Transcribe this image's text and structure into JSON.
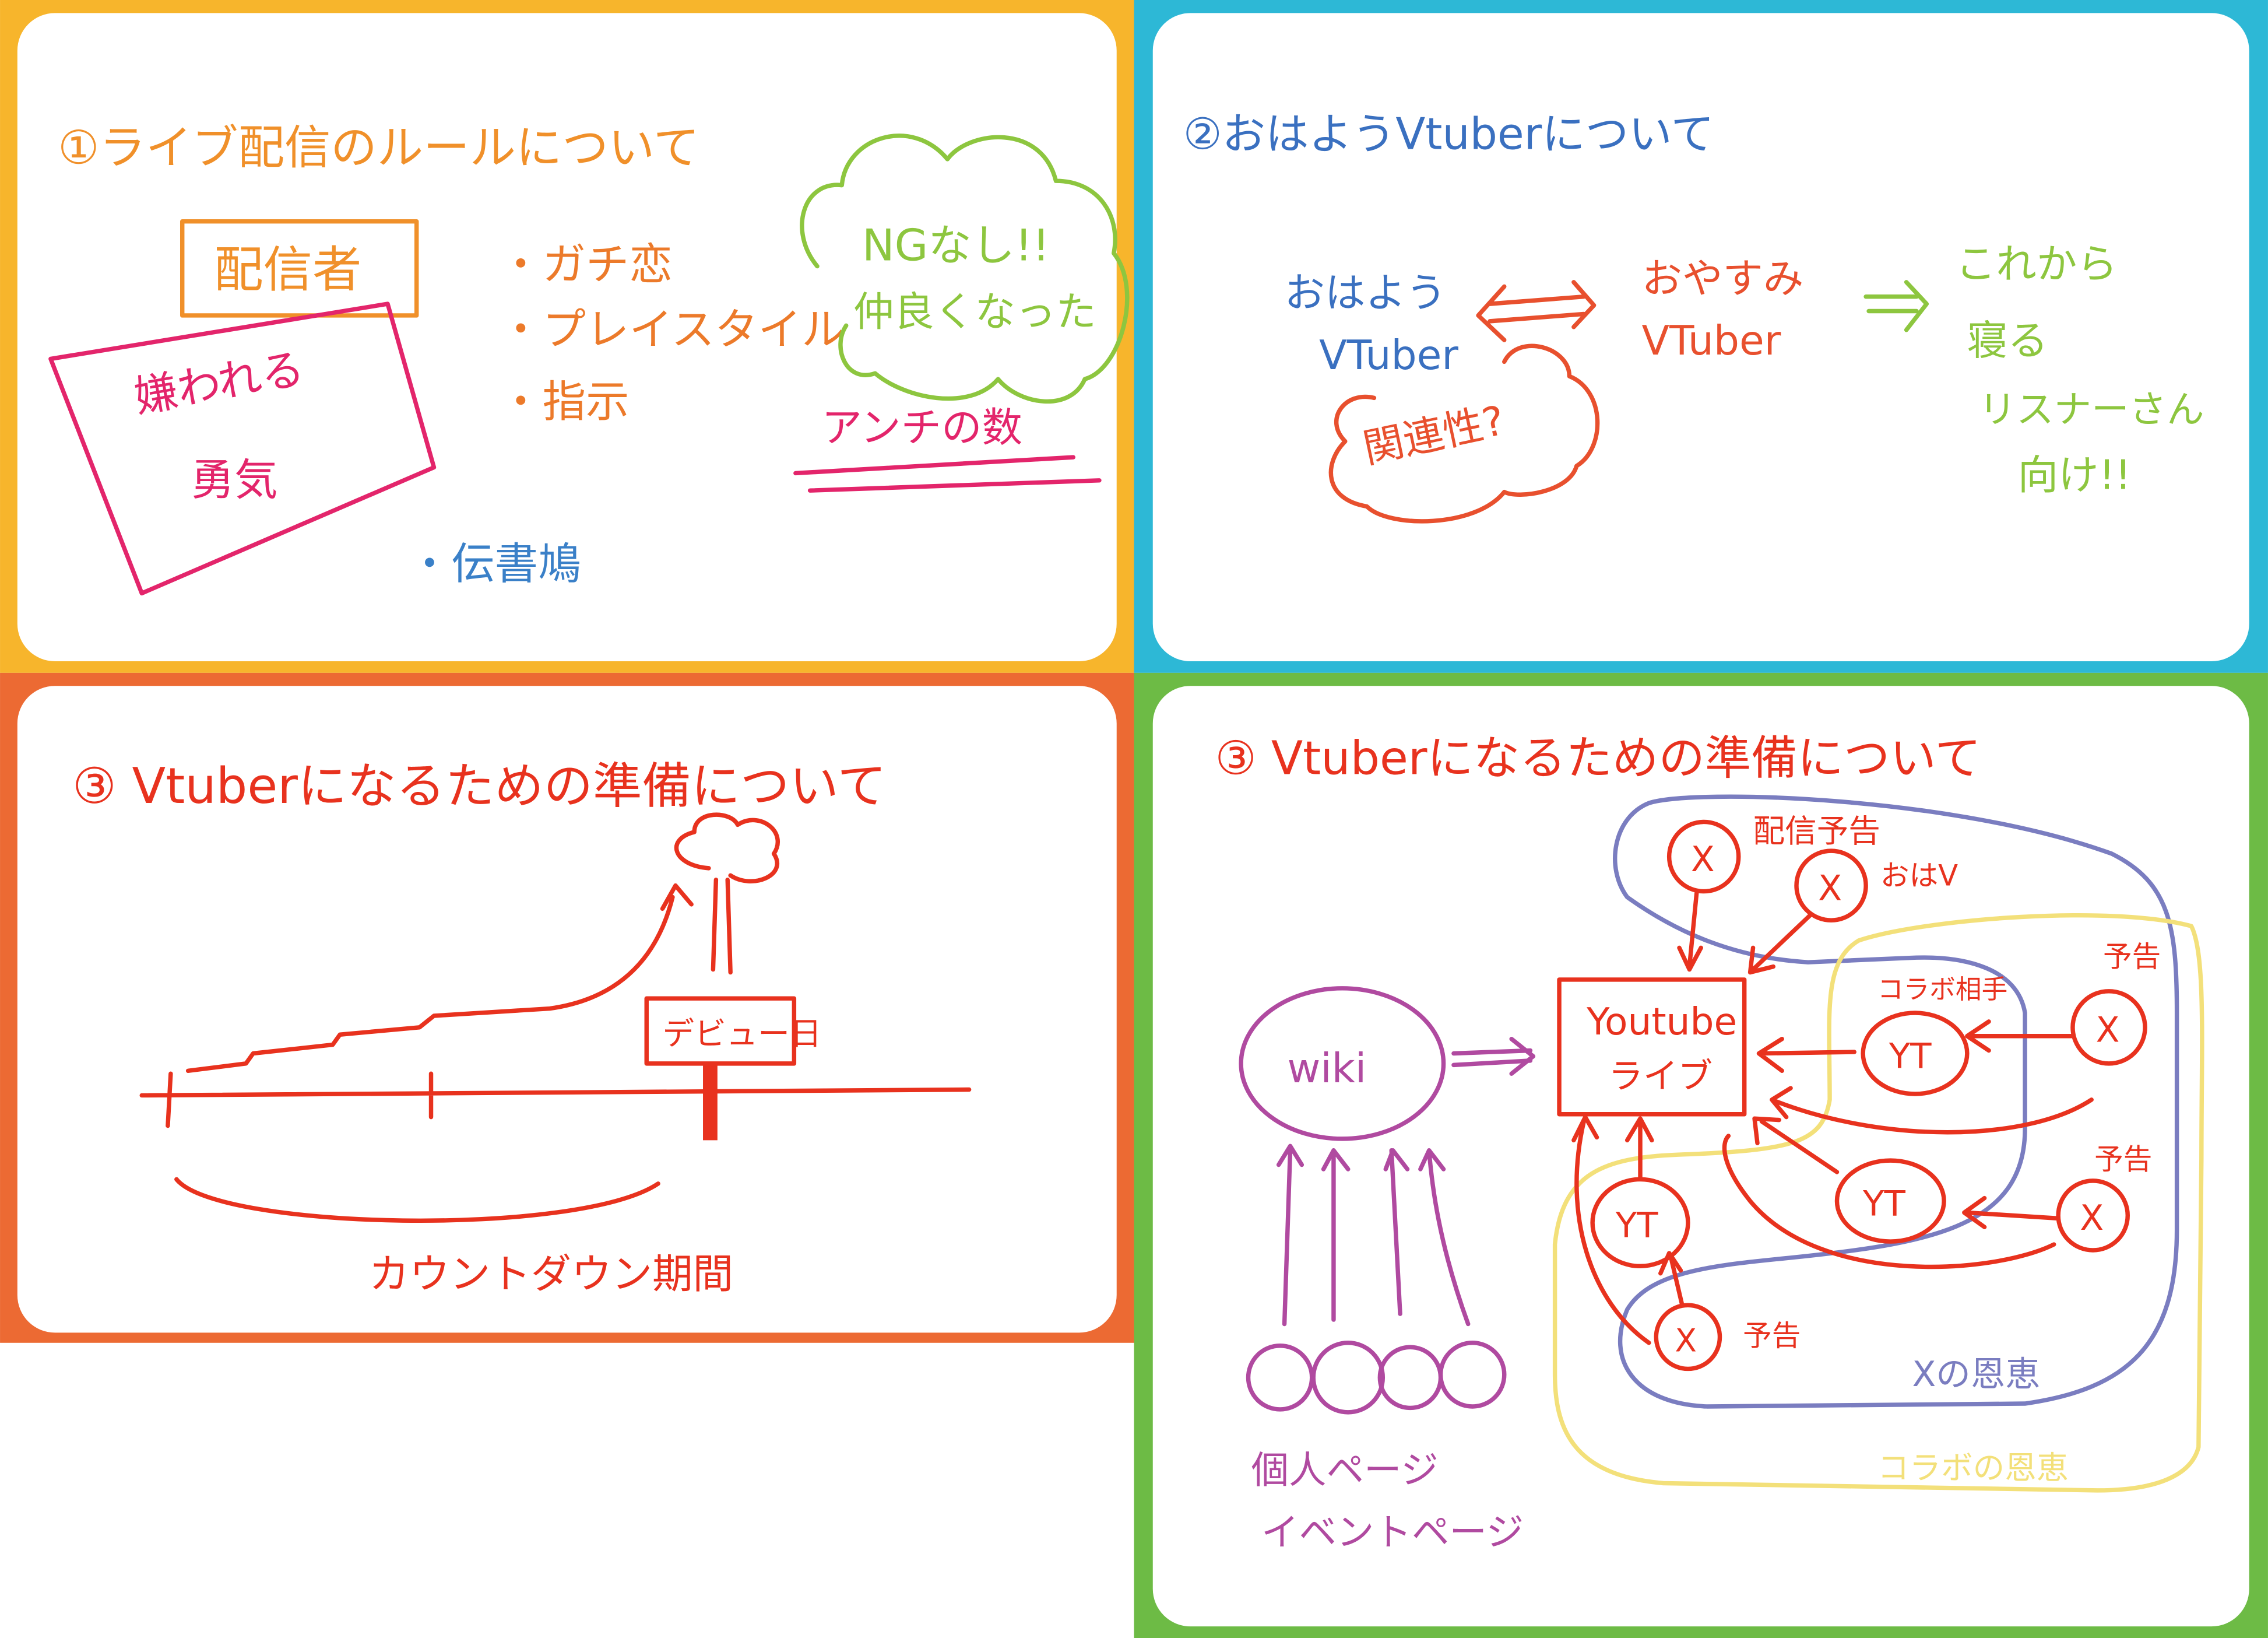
{
  "colors": {
    "panel1_border": "#F7B52C",
    "panel2_border": "#2DB8D6",
    "panel3_border": "#EC6A33",
    "panel4_border": "#6DBB45",
    "orange": "#F0902A",
    "pink": "#E3256B",
    "green": "#8DC63F",
    "blue": "#3A70C0",
    "red": "#E8321E",
    "purple": "#B04AA0",
    "lavender": "#7A7DC0",
    "yellow": "#F3E07A"
  },
  "panel1": {
    "title": "①ライブ配信のルールについて",
    "box_label": "配信者",
    "bullets": [
      "・ガチ恋",
      "・プレイスタイル",
      "・指示"
    ],
    "tilted_box_lines": [
      "嫌われる",
      "勇気"
    ],
    "cloud_lines": [
      "NGなし!!",
      "仲良くなった"
    ],
    "underlined": "アンチの数",
    "bottom_bullet": "・伝書鳩"
  },
  "panel2": {
    "title": "②おはようVtuberについて",
    "left_lines": [
      "おはよう",
      "VTuber"
    ],
    "right_lines": [
      "おやすみ",
      "VTuber"
    ],
    "cloud": "関連性?",
    "result_lines": [
      "これから",
      "寝る",
      "リスナーさん",
      "向け!!"
    ]
  },
  "panel3": {
    "title": "③ Vtuberになるための準備について",
    "sign": "デビュー日",
    "bracket_label": "カウントダウン期間"
  },
  "panel4": {
    "title": "③ Vtuberになるための準備について",
    "wiki": "wiki",
    "youtube_lines": [
      "Youtube",
      "ライブ"
    ],
    "x_node": "X",
    "yt_node": "YT",
    "label_stream_notice": "配信予告",
    "label_ohav": "おはV",
    "label_collab_partner": "コラボ相手",
    "label_notice": "予告",
    "label_x_benefit": "Xの恩恵",
    "label_collab_benefit": "コラボの恩恵",
    "page_lines": [
      "個人ページ",
      "イベントページ"
    ]
  }
}
